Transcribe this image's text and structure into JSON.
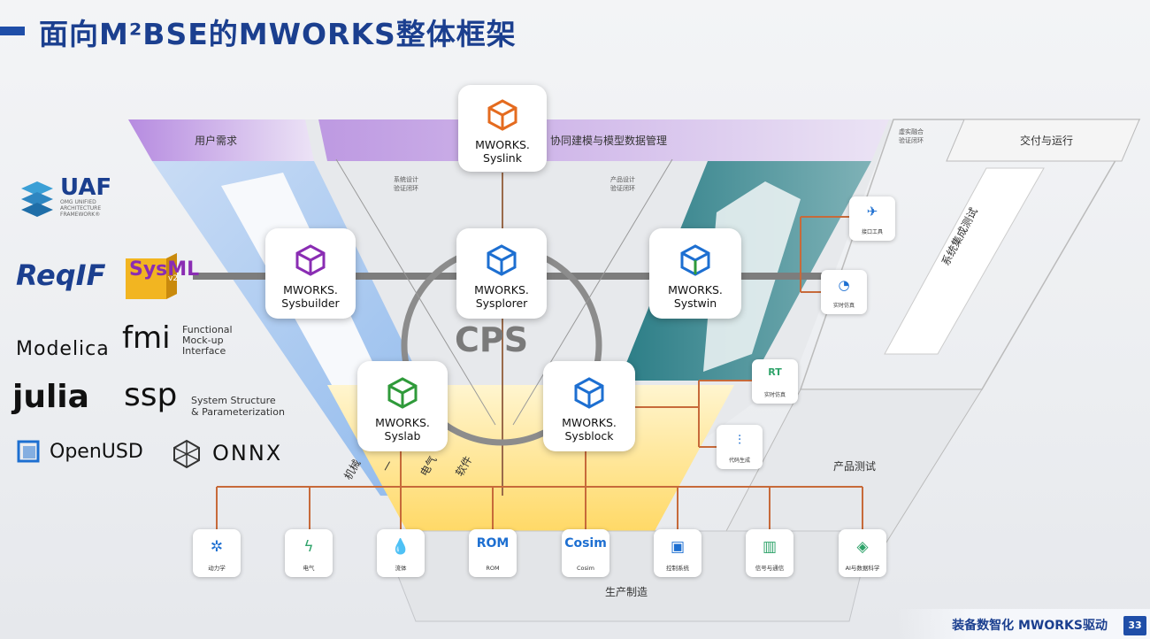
{
  "title": "面向M²BSE的MWORKS整体框架",
  "center_label": "CPS",
  "phases": {
    "user_needs": "用户需求",
    "collab_modeling": "协同建模与模型数据管理",
    "delivery": "交付与运行",
    "system_integration_test": "系统集成测试",
    "product_test": "产品测试",
    "production": "生产制造",
    "virtual_real": "虚实融合\n验证闭环",
    "system_design_loop": "系统设计\n验证闭环",
    "product_design_loop": "产品设计\n验证闭环"
  },
  "discipline_labels": [
    "机械",
    "一",
    "电气",
    "软件"
  ],
  "nodes": {
    "syslink": {
      "line1": "MWORKS.",
      "line2": "Syslink",
      "color": "#e46b1f"
    },
    "sysbuilder": {
      "line1": "MWORKS.",
      "line2": "Sysbuilder",
      "color": "#8a2db3"
    },
    "sysplorer": {
      "line1": "MWORKS.",
      "line2": "Sysplorer",
      "color": "#1d6fd1"
    },
    "systwin": {
      "line1": "MWORKS.",
      "line2": "Systwin",
      "color": "#1d6fd1"
    },
    "syslab": {
      "line1": "MWORKS.",
      "line2": "Syslab",
      "color": "#2f9a3a"
    },
    "sysblock": {
      "line1": "MWORKS.",
      "line2": "Sysblock",
      "color": "#1d6fd1"
    }
  },
  "bottom_tools": [
    {
      "icon": "✲",
      "label": "动力学"
    },
    {
      "icon": "ϟ",
      "label": "电气"
    },
    {
      "icon": "💧",
      "label": "流体"
    },
    {
      "icon": "ROM",
      "label": "ROM"
    },
    {
      "icon": "Cosim",
      "label": "Cosim"
    },
    {
      "icon": "▣",
      "label": "控制系统"
    },
    {
      "icon": "▥",
      "label": "信号与通信"
    },
    {
      "icon": "◈",
      "label": "AI与数据科学"
    }
  ],
  "right_tools": [
    {
      "icon": "✈",
      "label": "接口工具"
    },
    {
      "icon": "◔",
      "label": "实时仿真"
    },
    {
      "icon": "RT",
      "label": "实时仿真"
    },
    {
      "icon": "⫶",
      "label": "代码生成"
    }
  ],
  "standards": {
    "uaf": "UAF",
    "uaf_sub": "OMG UNIFIED\nARCHITECTURE\nFRAMEWORK®",
    "reqif": "ReqIF",
    "sysml": "SysML",
    "sysml_ver": "v2",
    "modelica": "Modelica",
    "fmi": "fmi",
    "fmi_desc": "Functional\nMock-up\nInterface",
    "julia": "julia",
    "ssp": "ssp",
    "ssp_desc": "System Structure\n& Parameterization",
    "openusd": "OpenUSD",
    "onnx": "ONNX"
  },
  "footer": {
    "text": "装备数智化 MWORKS驱动",
    "page": "33"
  }
}
